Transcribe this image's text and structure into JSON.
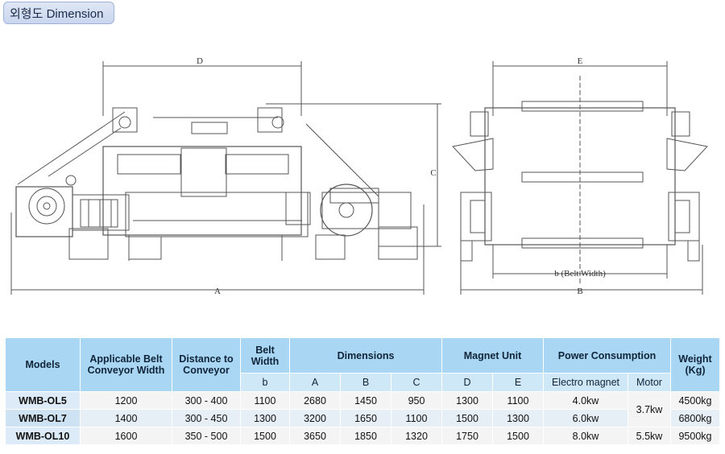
{
  "title": {
    "label": "외형도 Dimension"
  },
  "drawing": {
    "dim_D": "D",
    "dim_A": "A",
    "dim_C": "C",
    "dim_E": "E",
    "dim_B": "B",
    "dim_b": "b (Belt Width)"
  },
  "table": {
    "headers": {
      "models": "Models",
      "belt_width": "Applicable Belt Conveyor Width",
      "distance": "Distance to Conveyor",
      "belt": "Belt Width",
      "dimensions": "Dimensions",
      "magnet_unit": "Magnet Unit",
      "power": "Power Consumption",
      "weight": "Weight (Kg)"
    },
    "subheaders": {
      "b": "b",
      "A": "A",
      "B": "B",
      "C": "C",
      "D": "D",
      "E": "E",
      "electro": "Electro magnet",
      "motor": "Motor"
    },
    "rows": [
      {
        "model": "WMB-OL5",
        "belt_width": "1200",
        "distance": "300 - 400",
        "b": "1100",
        "A": "2680",
        "B": "1450",
        "C": "950",
        "D": "1300",
        "E": "1100",
        "electro": "4.0kw",
        "weight": "4500kg"
      },
      {
        "model": "WMB-OL7",
        "belt_width": "1400",
        "distance": "300 - 450",
        "b": "1300",
        "A": "3200",
        "B": "1650",
        "C": "1100",
        "D": "1500",
        "E": "1300",
        "electro": "6.0kw",
        "weight": "6800kg"
      },
      {
        "model": "WMB-OL10",
        "belt_width": "1600",
        "distance": "350 - 500",
        "b": "1500",
        "A": "3650",
        "B": "1850",
        "C": "1320",
        "D": "1750",
        "E": "1500",
        "electro": "8.0kw",
        "weight": "9500kg"
      }
    ],
    "motor_merged": "3.7kw",
    "motor_last": "5.5kw"
  }
}
